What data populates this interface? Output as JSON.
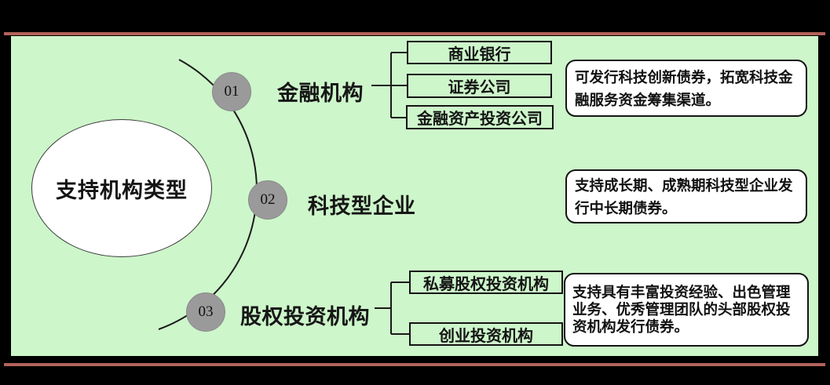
{
  "palette": {
    "canvas_bg": "#000000",
    "panel_bg": "#cdf6ca",
    "accent_rule": "#b2625a",
    "node_circle": "#9a9a9a",
    "callout_bg": "#ffffff",
    "line_color": "#1a1a1a"
  },
  "center": {
    "label": "支持机构类型"
  },
  "branches": [
    {
      "num": "01",
      "label": "金融机构",
      "children": [
        "商业银行",
        "证券公司",
        "金融资产投资公司"
      ],
      "desc": "可发行科技创新债券，拓宽科技金融服务资金筹集渠道。"
    },
    {
      "num": "02",
      "label": "科技型企业",
      "children": [],
      "desc": "支持成长期、成熟期科技型企业发行中长期债券。"
    },
    {
      "num": "03",
      "label": "股权投资机构",
      "children": [
        "私募股权投资机构",
        "创业投资机构"
      ],
      "desc": "支持具有丰富投资经验、出色管理业务、优秀管理团队的头部股权投资机构发行债券。"
    }
  ]
}
